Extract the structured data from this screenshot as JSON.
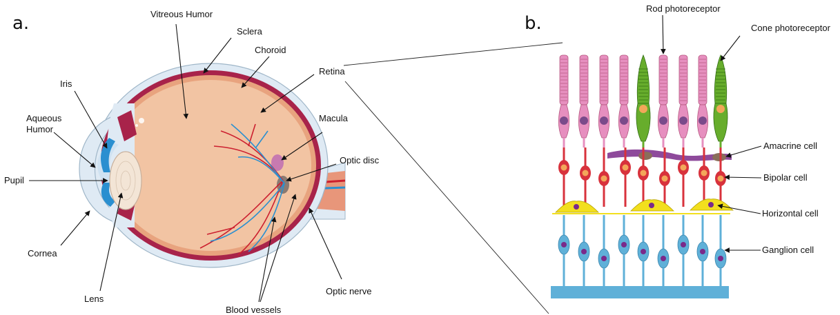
{
  "panels": {
    "a": "a.",
    "b": "b."
  },
  "labels": {
    "vitreous_humor": "Vitreous Humor",
    "sclera": "Sclera",
    "choroid": "Choroid",
    "retina": "Retina",
    "iris": "Iris",
    "aqueous_humor_line1": "Aqueous",
    "aqueous_humor_line2": "Humor",
    "pupil": "Pupil",
    "cornea": "Cornea",
    "lens": "Lens",
    "macula": "Macula",
    "optic_disc": "Optic disc",
    "optic_nerve": "Optic nerve",
    "blood_vessels": "Blood vessels",
    "rod_photoreceptor": "Rod photoreceptor",
    "cone_photoreceptor": "Cone photoreceptor",
    "amacrine_cell": "Amacrine cell",
    "bipolar_cell": "Bipolar cell",
    "horizontal_cell": "Horizontal cell",
    "ganglion_cell": "Ganglion cell"
  },
  "colors": {
    "sclera": "#dfeaf4",
    "choroid": "#a8234a",
    "vitreous": "#f2c4a3",
    "vessel_red": "#cc1f2f",
    "vessel_blue": "#2a8fd0",
    "rod": "#e68fbf",
    "cone": "#67ad2c",
    "bipolar": "#d8323c",
    "horizontal": "#f2df1e",
    "amacrine": "#7a2a8a",
    "ganglion": "#5fb0d8",
    "nucleus": "#f3a75a"
  }
}
